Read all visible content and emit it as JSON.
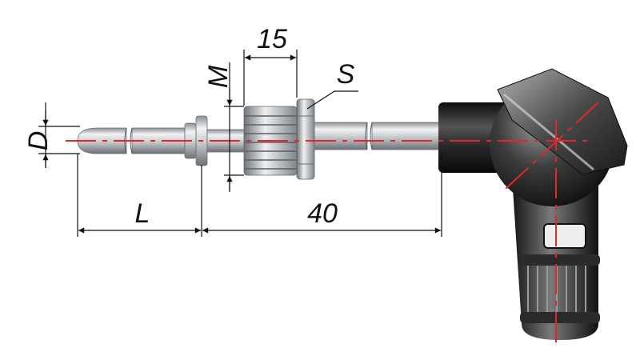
{
  "labels": {
    "d": "D",
    "m": "M",
    "s": "S",
    "l": "L",
    "dim_15": "15",
    "dim_40": "40"
  },
  "colors": {
    "axis": "#e0282a",
    "dimension": "#111111",
    "metal_light": "#e4e6e8",
    "metal_mid": "#b8bcc0",
    "metal_dark": "#7d8286",
    "housing_dark": "#1e1e1e",
    "housing_light": "#8a8a8a"
  }
}
